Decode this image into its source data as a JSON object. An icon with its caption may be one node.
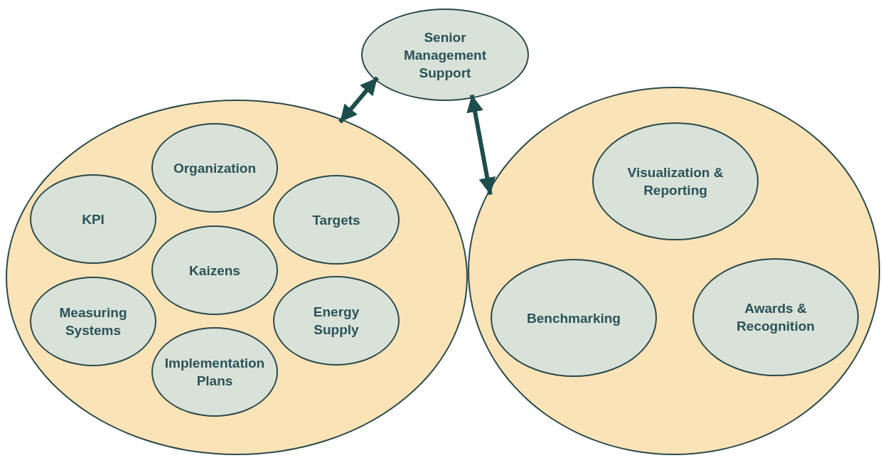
{
  "diagram": {
    "nodes": [
      {
        "text": [
          "Senior Management Support"
        ]
      },
      {
        "text": [],
        "shape": "circle"
      },
      {
        "text": [
          "Organization"
        ],
        "in": 1
      },
      {
        "text": [
          "KPI"
        ],
        "in": 1
      },
      {
        "text": [
          "Targets"
        ],
        "in": 1
      },
      {
        "text": [
          "Kaizens"
        ],
        "in": 1
      },
      {
        "text": [
          "Measuring Systems"
        ],
        "in": 1
      },
      {
        "text": [
          "Energy Supply"
        ],
        "in": 1
      },
      {
        "text": [
          "Implementation Plans"
        ],
        "in": 1
      },
      {
        "text": [],
        "shape": "circle"
      },
      {
        "text": [
          "Visualization & Reporting"
        ],
        "in": 9
      },
      {
        "text": [
          "Benchmarking"
        ],
        "in": 9
      },
      {
        "text": [
          "Awards & Recognition"
        ],
        "in": 9
      }
    ],
    "edges": [
      {
        "from": 0,
        "to": 1,
        "arrow": "both"
      },
      {
        "from": 0,
        "to": 9,
        "arrow": "both"
      }
    ]
  }
}
